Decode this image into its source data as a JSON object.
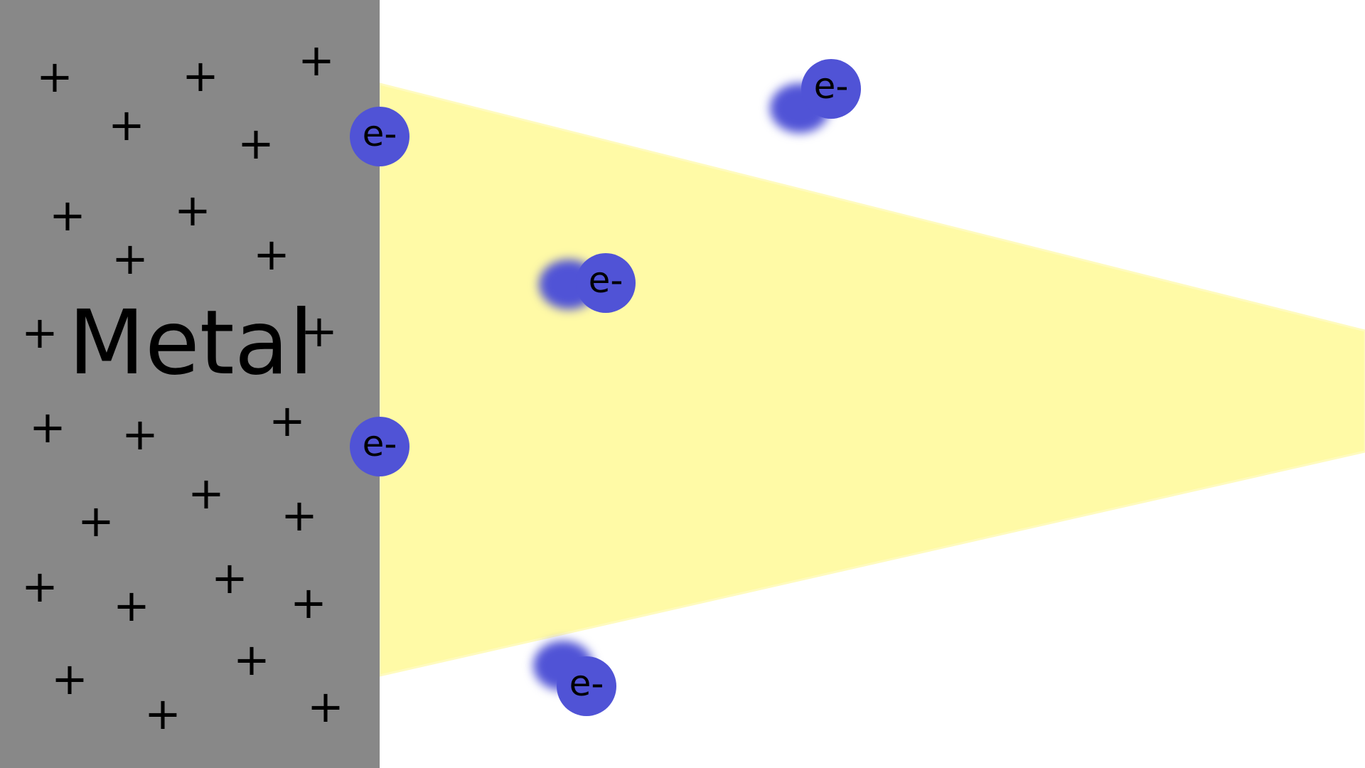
{
  "diagram": {
    "metal_label": "Metal",
    "plus_symbol": "+",
    "electron_label": "e-",
    "colors": {
      "metal": "#888888",
      "beam": "#fffaa6",
      "electron": "#5053d6",
      "background": "#ffffff"
    },
    "icons": [
      "plus-charge-icon",
      "electron-icon",
      "light-beam"
    ]
  }
}
